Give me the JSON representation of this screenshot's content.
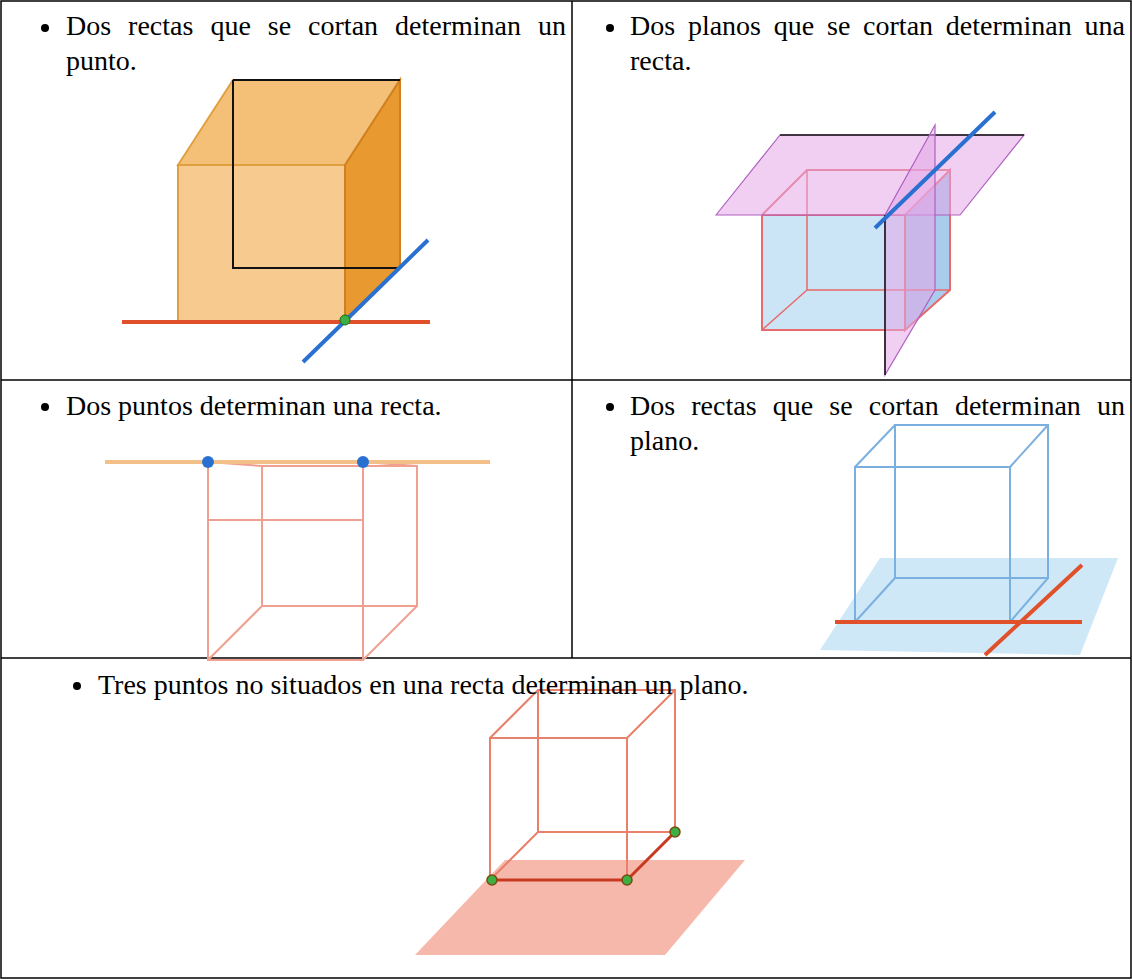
{
  "diagram": {
    "labels": [
      "Dos rectas que se cortan determinan un punto.",
      "Dos planos que se cortan determinan una recta.",
      "Dos puntos determinan una recta.",
      "Dos rectas que se cortan determinan un plano.",
      "Tres puntos no situados en una recta determinan un plano."
    ]
  }
}
